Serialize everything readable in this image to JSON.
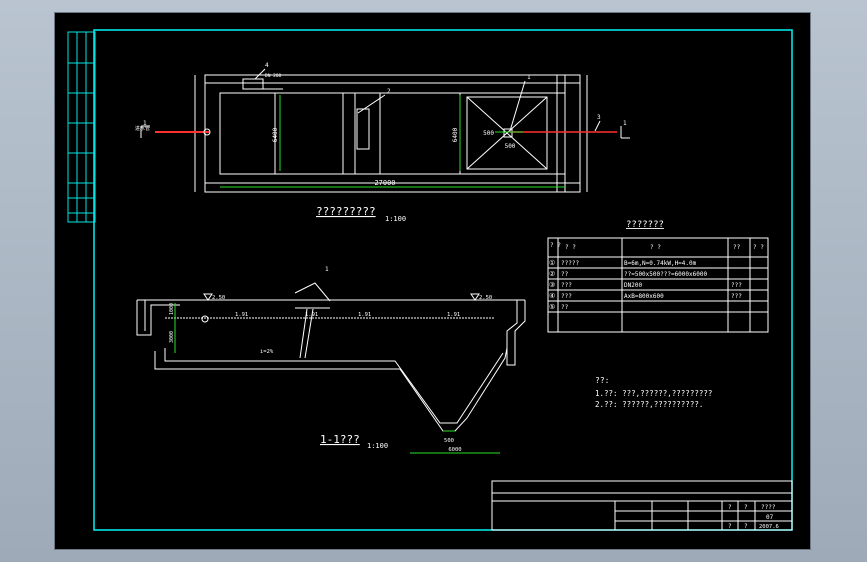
{
  "plan": {
    "title": "?????????",
    "scale": "1:100",
    "dim_length": "27000",
    "dim_width_left": "6400",
    "dim_width_right": "6400",
    "dim_small": "500",
    "dim_small2": "500",
    "callout_1": "1",
    "callout_2": "2",
    "callout_3": "3",
    "callout_4": "4",
    "inlet_note": "DN 200",
    "section_mark_left": "1",
    "section_mark_right": "1",
    "inlet_label": "进水管"
  },
  "section": {
    "title": "1-1???",
    "scale": "1:100",
    "elev_top_left": "2.50",
    "elev_top_right": "2.50",
    "elev_water_1": "1.91",
    "elev_water_2": "1.91",
    "elev_water_3": "1.91",
    "elev_water_4": "1.91",
    "slope_label": "i=2%",
    "dim_depth_1": "1000",
    "dim_depth_2": "3000",
    "dim_bottom": "500",
    "dim_hopper": "6000",
    "callout_1": "1"
  },
  "table": {
    "title": "???????",
    "headers": [
      "?\n?",
      "?        ?",
      "?    ?",
      "??",
      "? ?"
    ],
    "rows": [
      {
        "no": "①",
        "name": "?????",
        "spec": "B=6m,N=0.74kW,H=4.0m",
        "qty": "",
        "note": ""
      },
      {
        "no": "②",
        "name": "??",
        "spec": "??=500x500???=6000x6000",
        "qty": "",
        "note": ""
      },
      {
        "no": "③",
        "name": "???",
        "spec": "DN200",
        "qty": "???",
        "note": ""
      },
      {
        "no": "④",
        "name": "???",
        "spec": "AxB=800x600",
        "qty": "???",
        "note": ""
      },
      {
        "no": "⑤",
        "name": "??",
        "spec": "",
        "qty": "",
        "note": ""
      }
    ]
  },
  "notes": {
    "heading": "??:",
    "line1": "1.??:  ???,??????,?????????",
    "line2": "2.??:  ??????,??????????."
  },
  "title_block": {
    "c1": "?",
    "c2": "?",
    "c3": "????",
    "c4": "07",
    "c5": "?",
    "c6": "?",
    "c7": "2007.6"
  },
  "colors": {
    "frame": "#00e5e5",
    "linework": "#ffffff",
    "dimension": "#2adf2a",
    "pipe": "#ff3030",
    "background": "#000000"
  }
}
